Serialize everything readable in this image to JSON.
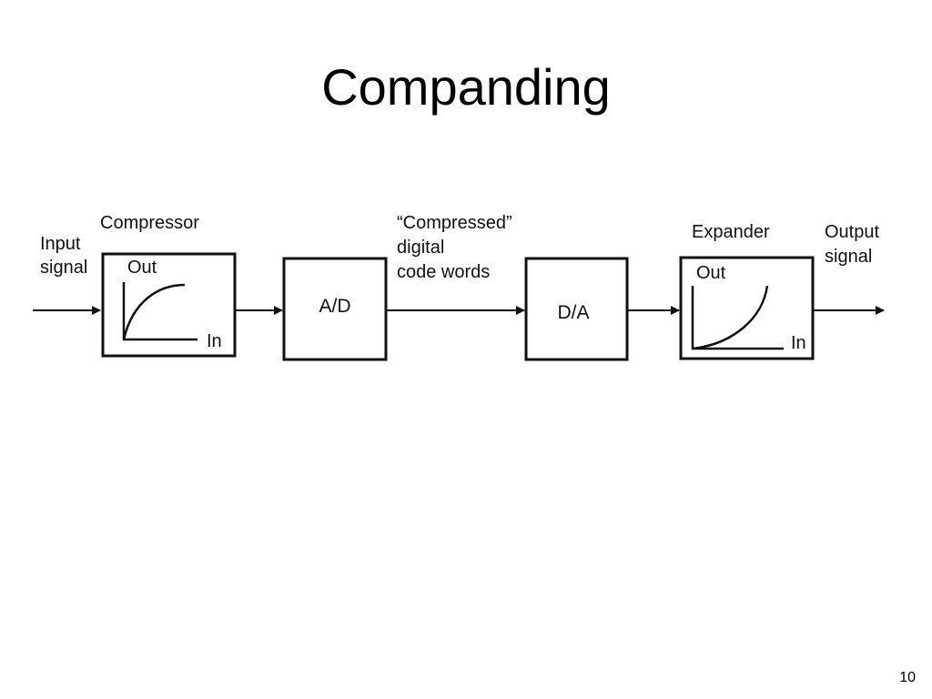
{
  "slide": {
    "title": "Companding",
    "page_number": "10"
  },
  "diagram": {
    "input_label": [
      "Input",
      "signal"
    ],
    "output_label": [
      "Output",
      "signal"
    ],
    "compressor": {
      "title": "Compressor",
      "axis_out": "Out",
      "axis_in": "In"
    },
    "ad_block": "A/D",
    "compressed_label": [
      "“Compressed”",
      "digital",
      "code words"
    ],
    "da_block": "D/A",
    "expander": {
      "title": "Expander",
      "axis_out": "Out",
      "axis_in": "In"
    }
  }
}
